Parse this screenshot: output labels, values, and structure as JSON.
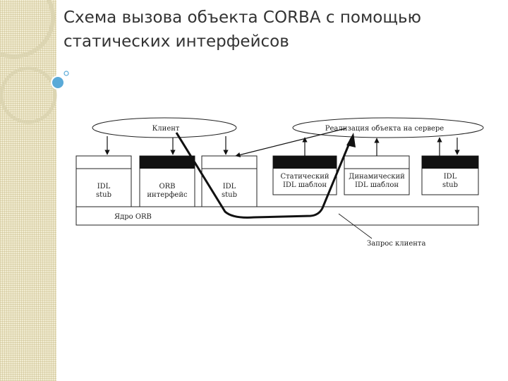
{
  "slide": {
    "title_line1": "Схема вызова объекта CORBA с помощью",
    "title_line2": "статических интерфейсов"
  },
  "diagram": {
    "client_label": "Клиент",
    "server_label": "Реализация объекта на сервере",
    "blocks": [
      {
        "line1": "IDL",
        "line2": "stub"
      },
      {
        "line1": "ORB",
        "line2": "интерфейс"
      },
      {
        "line1": "IDL",
        "line2": "stub"
      },
      {
        "line1": "Статический",
        "line2": "IDL шаблон"
      },
      {
        "line1": "Динамический",
        "line2": "IDL шаблон"
      },
      {
        "line1": "IDL",
        "line2": "stub"
      }
    ],
    "core_label": "Ядро ORB",
    "request_label": "Запрос клиента"
  },
  "colors": {
    "side_strip": "#f1ecd2",
    "deco_circle": "#5aaad8",
    "title_text": "#333333"
  }
}
